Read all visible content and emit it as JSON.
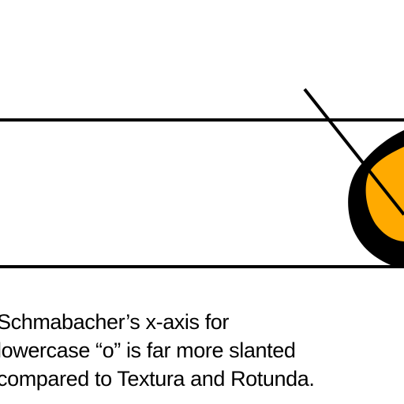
{
  "caption": {
    "lines": [
      "Schmabacher’s x-axis for",
      "lowercase “o” is far more slanted",
      "compared to Textura and Rotunda."
    ]
  },
  "colors": {
    "background": "#ffffff",
    "ink": "#000000",
    "accent": "#ffaa00"
  },
  "icons": {
    "glyph": "lowercase-o-glyph-icon",
    "axis": "slanted-axis-line-icon"
  }
}
